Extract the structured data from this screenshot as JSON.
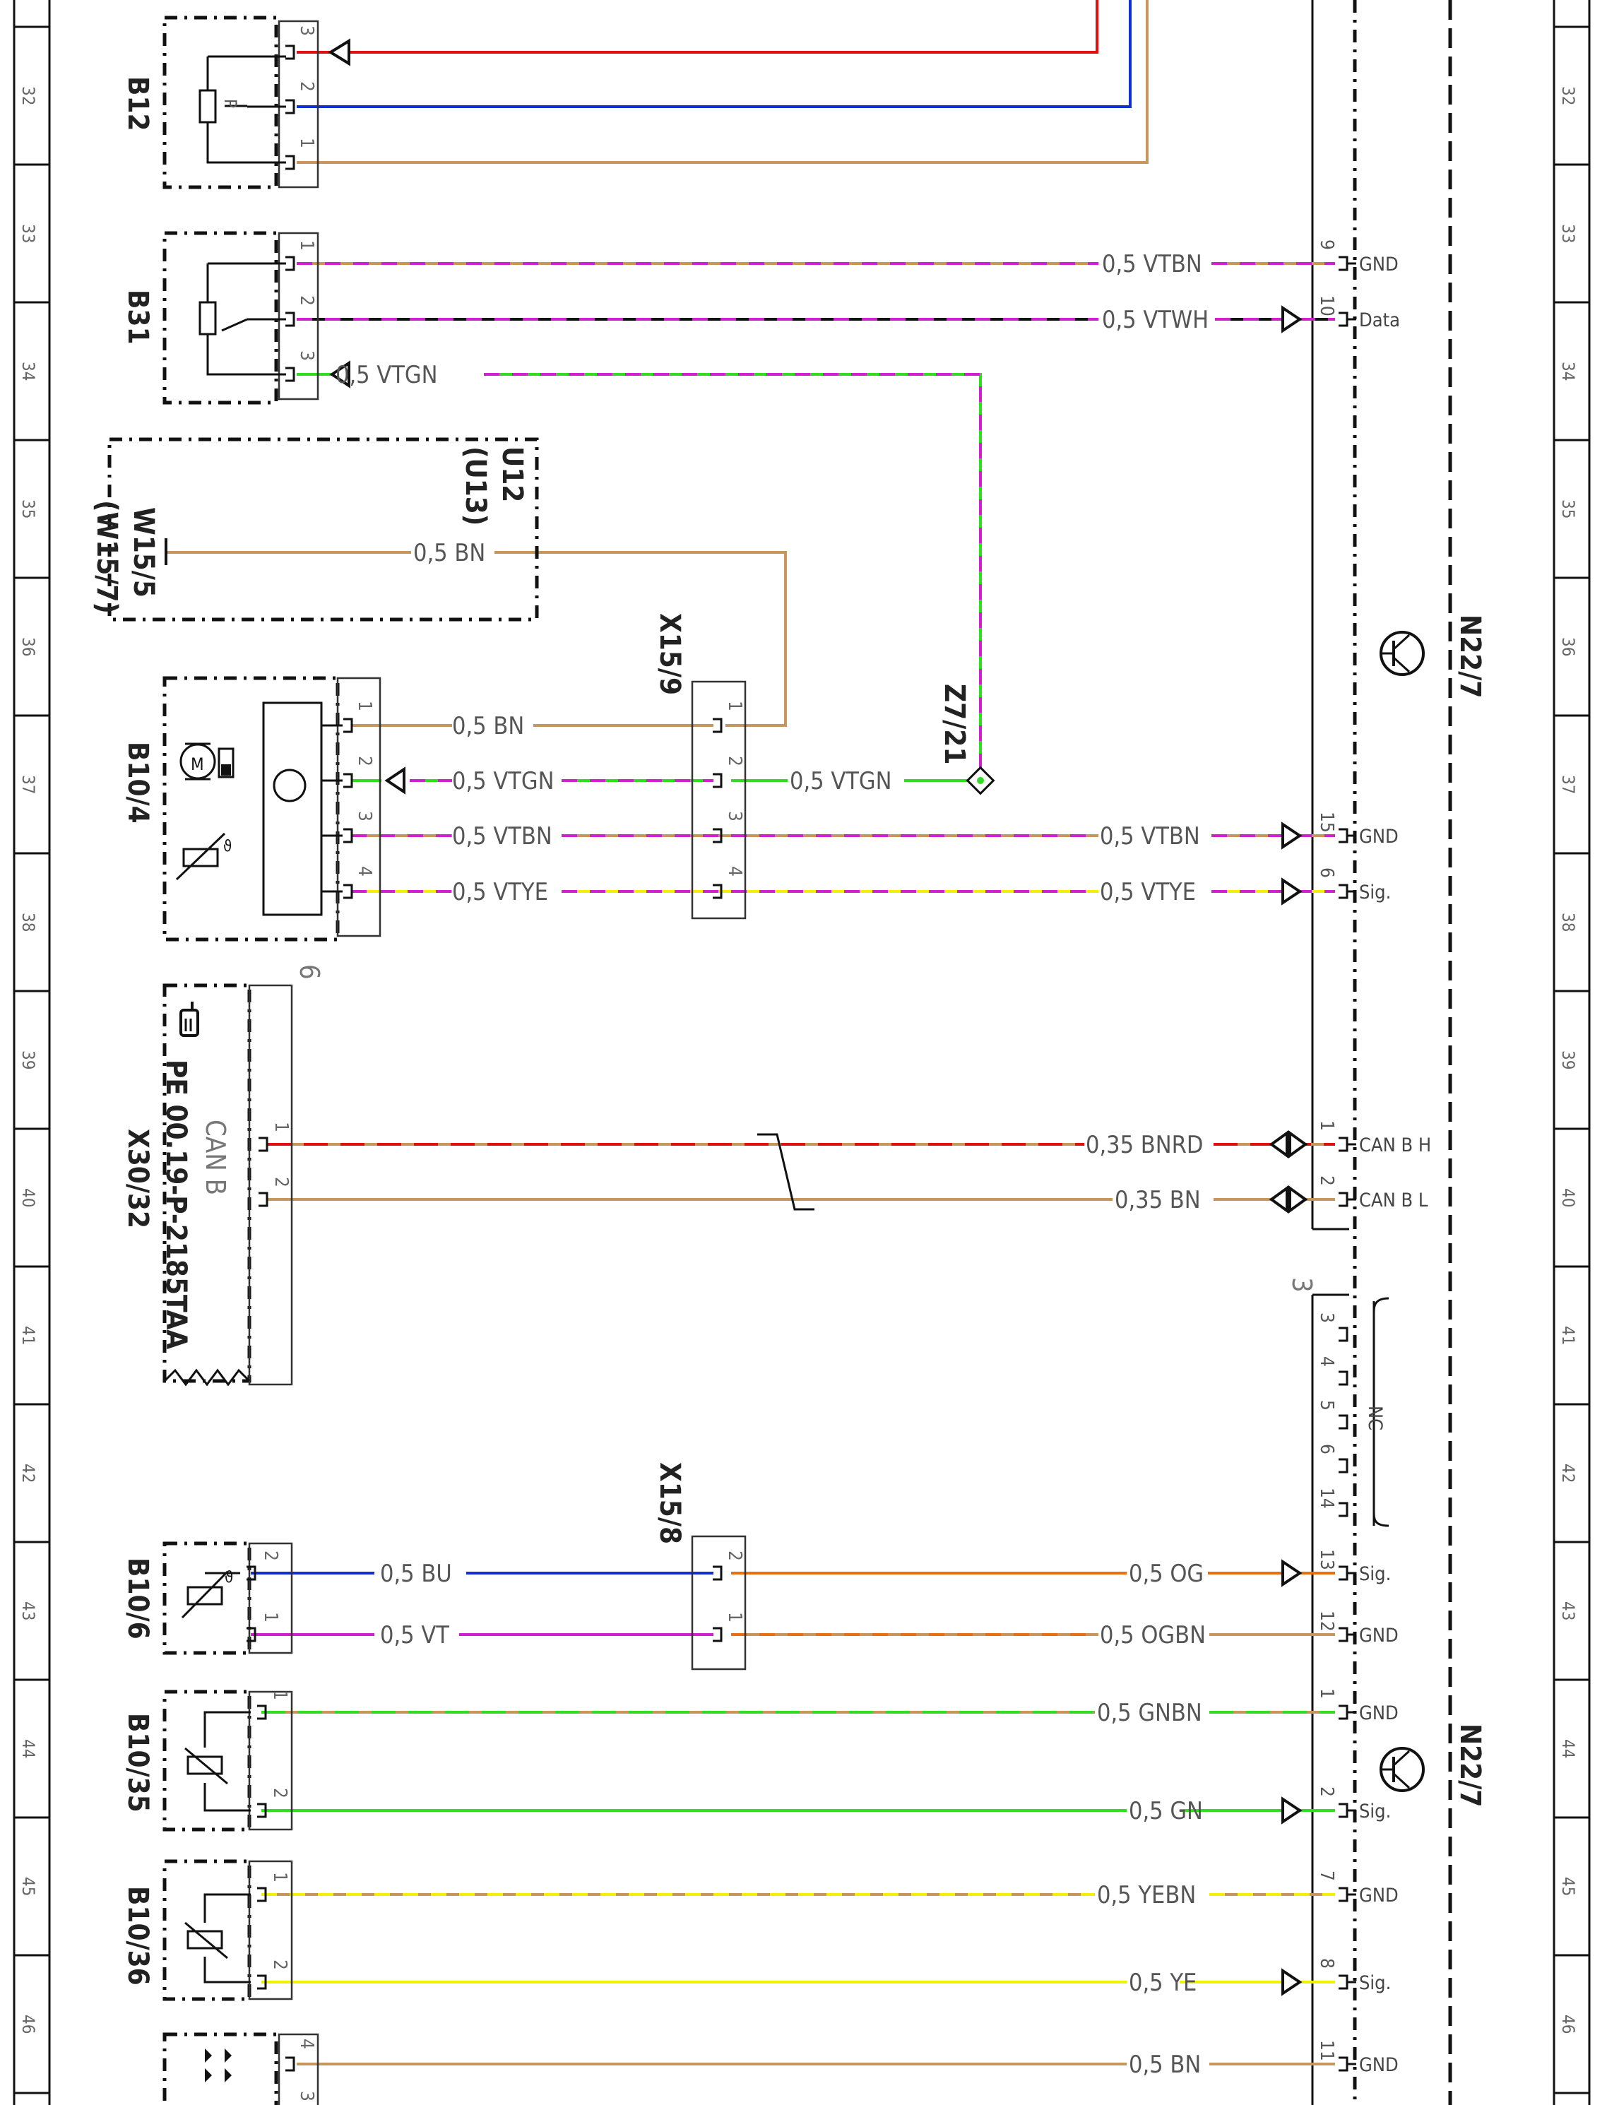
{
  "ruler_numbers": [
    "32",
    "33",
    "34",
    "35",
    "36",
    "37",
    "38",
    "39",
    "40",
    "41",
    "42",
    "43",
    "44",
    "45",
    "46"
  ],
  "components": {
    "b12": "B12",
    "b31": "B31",
    "u12": "U12",
    "u13": "(U13)",
    "w15_5": "W15/5",
    "w15_7": "(W15/7)",
    "b10_4": "B10/4",
    "x30_32": "X30/32",
    "x30_32_doc": "PE 00.19-P-2185TAA",
    "can_b": "CAN B",
    "x15_9": "X15/9",
    "x15_8": "X15/8",
    "z7_21": "Z7/21",
    "b10_6": "B10/6",
    "b10_35": "B10/35",
    "b10_36": "B10/36",
    "n22_7_top": "N22/7",
    "n22_7_bottom": "N22/7",
    "nc": "NC",
    "x30_32_pins_count": "6",
    "n22_7_group": "3"
  },
  "wires": [
    {
      "label": "0,5 VTBN"
    },
    {
      "label": "0,5 VTWH"
    },
    {
      "label": "0,5 VTGN"
    },
    {
      "label": "0,5 BN"
    },
    {
      "label": "0,5 BN"
    },
    {
      "label": "0,5 VTGN"
    },
    {
      "label": "0,5 VTGN"
    },
    {
      "label": "0,5 VTBN"
    },
    {
      "label": "0,5 VTBN"
    },
    {
      "label": "0,5 VTYE"
    },
    {
      "label": "0,5 VTYE"
    },
    {
      "label": "0,35 BNRD"
    },
    {
      "label": "0,35 BN"
    },
    {
      "label": "0,5 BU"
    },
    {
      "label": "0,5 OG"
    },
    {
      "label": "0,5 VT"
    },
    {
      "label": "0,5 OGBN"
    },
    {
      "label": "0,5 GNBN"
    },
    {
      "label": "0,5 GN"
    },
    {
      "label": "0,5 YEBN"
    },
    {
      "label": "0,5 YE"
    },
    {
      "label": "0,5 BN"
    }
  ],
  "n22_7_pins": [
    {
      "num": "9",
      "sig": "GND"
    },
    {
      "num": "10",
      "sig": "Data"
    },
    {
      "num": "15",
      "sig": "GND"
    },
    {
      "num": "6",
      "sig": "Sig."
    },
    {
      "num": "1",
      "sig": "CAN B H"
    },
    {
      "num": "2",
      "sig": "CAN B L"
    },
    {
      "num": "13",
      "sig": "Sig."
    },
    {
      "num": "12",
      "sig": "GND"
    },
    {
      "num": "1",
      "sig": "GND"
    },
    {
      "num": "2",
      "sig": "Sig."
    },
    {
      "num": "7",
      "sig": "GND"
    },
    {
      "num": "8",
      "sig": "Sig."
    },
    {
      "num": "11",
      "sig": "GND"
    }
  ],
  "nc_pins": [
    "3",
    "4",
    "5",
    "6",
    "14"
  ],
  "colors": {
    "red": "#e01010",
    "blue": "#1030d0",
    "brown": "#c8955a",
    "violet": "#d020d0",
    "green": "#30dd20",
    "yellow": "#f0f000",
    "orange": "#e87010",
    "black": "#111111"
  }
}
